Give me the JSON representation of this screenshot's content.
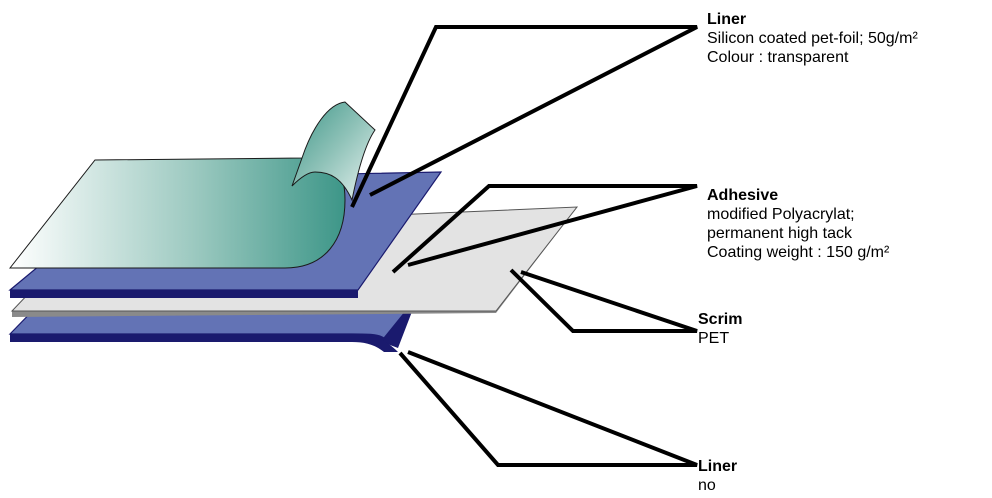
{
  "callouts": {
    "liner_top": {
      "title": "Liner",
      "lines": [
        "Silicon coated pet-foil; 50g/m²",
        "Colour : transparent"
      ]
    },
    "adhesive": {
      "title": "Adhesive",
      "lines": [
        "modified Polyacrylat;",
        "permanent high tack",
        "Coating weight : 150 g/m²"
      ]
    },
    "scrim": {
      "title": "Scrim",
      "lines": [
        "PET"
      ]
    },
    "liner_bottom": {
      "title": "Liner",
      "lines": [
        "no"
      ]
    }
  },
  "colors": {
    "adhesive_fill": "#6373b5",
    "adhesive_edge": "#1a1a6e",
    "scrim_fill": "#e3e3e3",
    "liner_light": "#ffffff",
    "liner_dark": "#3d9688",
    "callout_stroke": "#000000"
  }
}
